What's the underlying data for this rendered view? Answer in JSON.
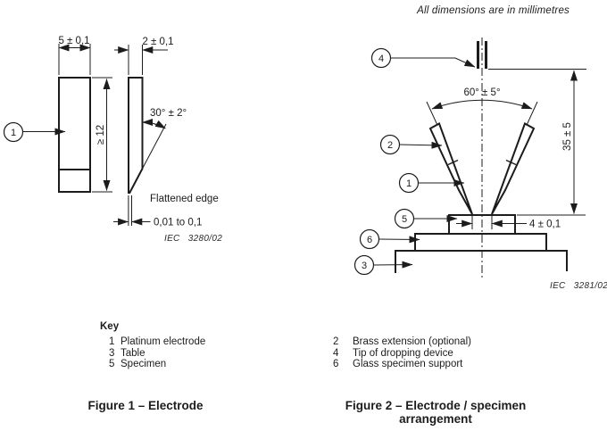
{
  "note": "All dimensions are in millimetres",
  "fig1": {
    "caption": "Figure 1 – Electrode",
    "ref": "IEC   3280/02",
    "callout1": "1",
    "dims": {
      "width": "5 ± 0,1",
      "thickness": "2 ± 0,1",
      "length": "≥ 12",
      "angle": "30° ± 2°",
      "flat_label": "Flattened edge",
      "flat": "0,01 to 0,1"
    }
  },
  "fig2": {
    "caption1": "Figure 2 – Electrode / specimen",
    "caption2": "arrangement",
    "ref": "IEC   3281/02",
    "dims": {
      "angle": "60° ± 5°",
      "height": "35 ± 5",
      "gap": "4 ± 0,1"
    },
    "callouts": {
      "c1": "1",
      "c2": "2",
      "c3": "3",
      "c4": "4",
      "c5": "5",
      "c6": "6"
    }
  },
  "key": {
    "title": "Key",
    "rows": [
      {
        "n1": "1",
        "l1": "Platinum electrode",
        "n2": "2",
        "l2": "Brass extension (optional)"
      },
      {
        "n1": "3",
        "l1": "Table",
        "n2": "4",
        "l2": "Tip of dropping device"
      },
      {
        "n1": "5",
        "l1": "Specimen",
        "n2": "6",
        "l2": "Glass specimen support"
      }
    ]
  },
  "colors": {
    "ink": "#1c1c1c",
    "paper": "#ffffff"
  }
}
